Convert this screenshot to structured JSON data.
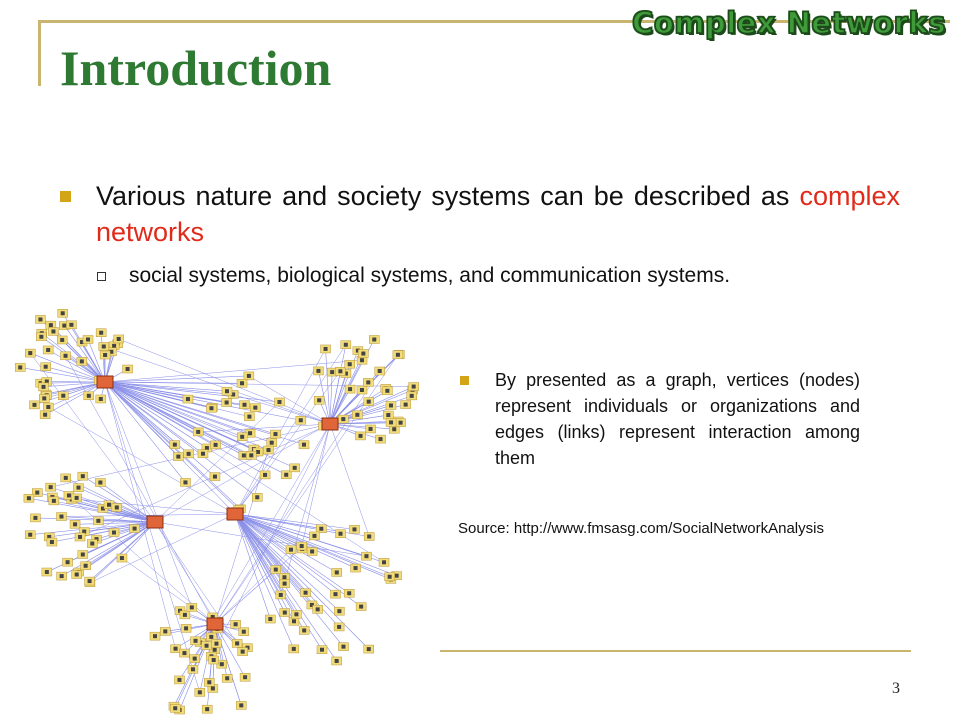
{
  "slide": {
    "brand": "Complex Networks",
    "title": "Introduction",
    "bullet1_text": "Various nature and society systems can be described as ",
    "bullet1_highlight": "complex networks",
    "sub_bullet": "social systems, biological systems, and communication systems.",
    "bullet2": "By presented as a graph, vertices (nodes) represent individuals or organizations and edges (links) represent interaction among them",
    "source": "Source: http://www.fmsasg.com/SocialNetworkAnalysis",
    "page_number": "3"
  },
  "colors": {
    "title": "#2e7a33",
    "highlight": "#e02a1a",
    "bullet": "#d4a417",
    "frame": "#c9b470",
    "edge": "#8a8fe8",
    "node_fill": "#f2dc7a",
    "hub_fill": "#e0663a"
  }
}
